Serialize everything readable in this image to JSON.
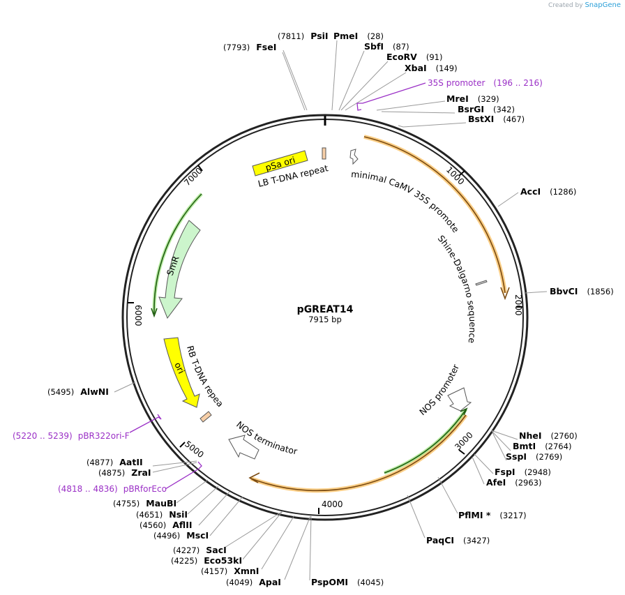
{
  "watermark": {
    "prefix": "Created by",
    "brand": "SnapGene"
  },
  "plasmid": {
    "name": "pGREAT14",
    "length_label": "7915 bp",
    "length": 7915
  },
  "ticks": [
    "1000",
    "2000",
    "3000",
    "4000",
    "5000",
    "6000",
    "7000"
  ],
  "enzymes": [
    {
      "name": "PsiI",
      "pos": "(7811)"
    },
    {
      "name": "FseI",
      "pos": "(7793)"
    },
    {
      "name": "PmeI",
      "pos": "(28)"
    },
    {
      "name": "SbfI",
      "pos": "(87)"
    },
    {
      "name": "EcoRV",
      "pos": "(91)"
    },
    {
      "name": "XbaI",
      "pos": "(149)"
    },
    {
      "name": "MreI",
      "pos": "(329)"
    },
    {
      "name": "BsrGI",
      "pos": "(342)"
    },
    {
      "name": "BstXI",
      "pos": "(467)"
    },
    {
      "name": "AccI",
      "pos": "(1286)"
    },
    {
      "name": "BbvCI",
      "pos": "(1856)"
    },
    {
      "name": "NheI",
      "pos": "(2760)"
    },
    {
      "name": "BmtI",
      "pos": "(2764)"
    },
    {
      "name": "SspI",
      "pos": "(2769)"
    },
    {
      "name": "FspI",
      "pos": "(2948)"
    },
    {
      "name": "AfeI",
      "pos": "(2963)"
    },
    {
      "name": "PflMI *",
      "pos": "(3217)"
    },
    {
      "name": "PaqCI",
      "pos": "(3427)"
    },
    {
      "name": "PspOMI",
      "pos": "(4045)"
    },
    {
      "name": "ApaI",
      "pos": "(4049)"
    },
    {
      "name": "XmnI",
      "pos": "(4157)"
    },
    {
      "name": "Eco53kI",
      "pos": "(4225)"
    },
    {
      "name": "SacI",
      "pos": "(4227)"
    },
    {
      "name": "MscI",
      "pos": "(4496)"
    },
    {
      "name": "AflII",
      "pos": "(4560)"
    },
    {
      "name": "NsiI",
      "pos": "(4651)"
    },
    {
      "name": "MauBI",
      "pos": "(4755)"
    },
    {
      "name": "ZraI",
      "pos": "(4875)"
    },
    {
      "name": "AatII",
      "pos": "(4877)"
    },
    {
      "name": "AlwNI",
      "pos": "(5495)"
    }
  ],
  "primers": [
    {
      "name": "35S promoter",
      "range": "(196 .. 216)"
    },
    {
      "name": "pBRforEco",
      "range": "(4818 .. 4836)"
    },
    {
      "name": "pBR322ori-F",
      "range": "(5220 .. 5239)"
    }
  ],
  "features": {
    "pSa_ori": "pSa ori",
    "LB": "LB T-DNA repeat",
    "min35S": "minimal CaMV 35S promoter",
    "SD": "Shine-Dalgarno sequence",
    "NOSp": "NOS promoter",
    "NOSt": "NOS terminator",
    "RB": "RB T-DNA repeat",
    "ori": "ori",
    "SmR": "SmR"
  },
  "colors": {
    "orange_feature": "#f5a623",
    "green_feature": "#3a9a1e",
    "smr_fill": "#ccf5cc",
    "ori_fill": "#ffff00",
    "primer": "#9a2fc6",
    "repeat_fill": "#f7cfa8"
  }
}
